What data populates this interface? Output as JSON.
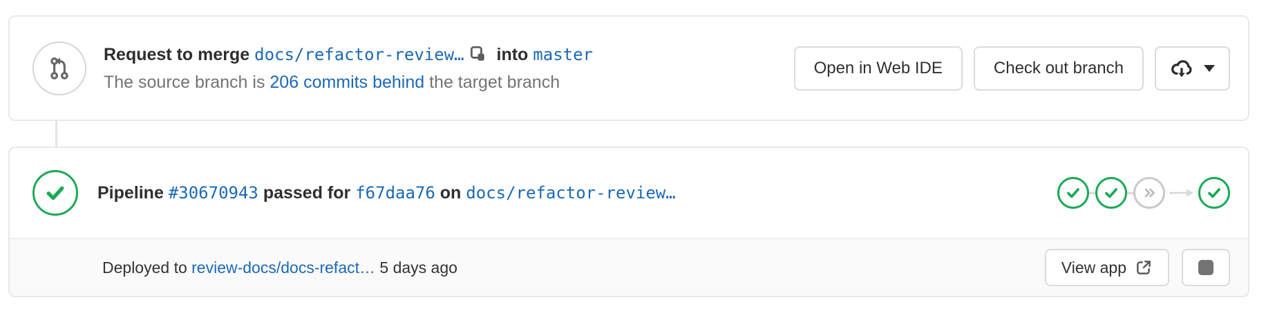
{
  "colors": {
    "success_green": "#1aaa55",
    "link_blue": "#1b69b6",
    "skipped_gray": "#c9c9c9",
    "card_border": "#e8e8e8",
    "footer_bg": "#fafafa"
  },
  "mr_header": {
    "request_to_merge": "Request to merge",
    "source_branch": "docs/refactor-review…",
    "into": "into",
    "target_branch": "master",
    "behind_prefix": "The source branch is",
    "behind_link": "206 commits behind",
    "behind_suffix": "the target branch",
    "open_web_ide_label": "Open in Web IDE",
    "checkout_branch_label": "Check out branch",
    "download_icon": "download-cloud-icon",
    "copy_icon": "copy-branch-name-icon"
  },
  "pipeline": {
    "label": "Pipeline",
    "id": "#30670943",
    "passed_for": "passed for",
    "commit": "f67daa76",
    "on": "on",
    "branch": "docs/refactor-review…",
    "overall_status": "passed",
    "stages": [
      {
        "status": "passed",
        "connector": null
      },
      {
        "status": "passed",
        "connector": "line"
      },
      {
        "status": "skipped",
        "connector": "line"
      },
      {
        "status": "passed",
        "connector": "arrow"
      }
    ]
  },
  "deployment": {
    "deployed_to": "Deployed to",
    "environment": "review-docs/docs-refact…",
    "time_ago": "5 days ago",
    "view_app_label": "View app",
    "view_app_icon": "external-link-icon",
    "stop_icon": "stop-icon"
  }
}
